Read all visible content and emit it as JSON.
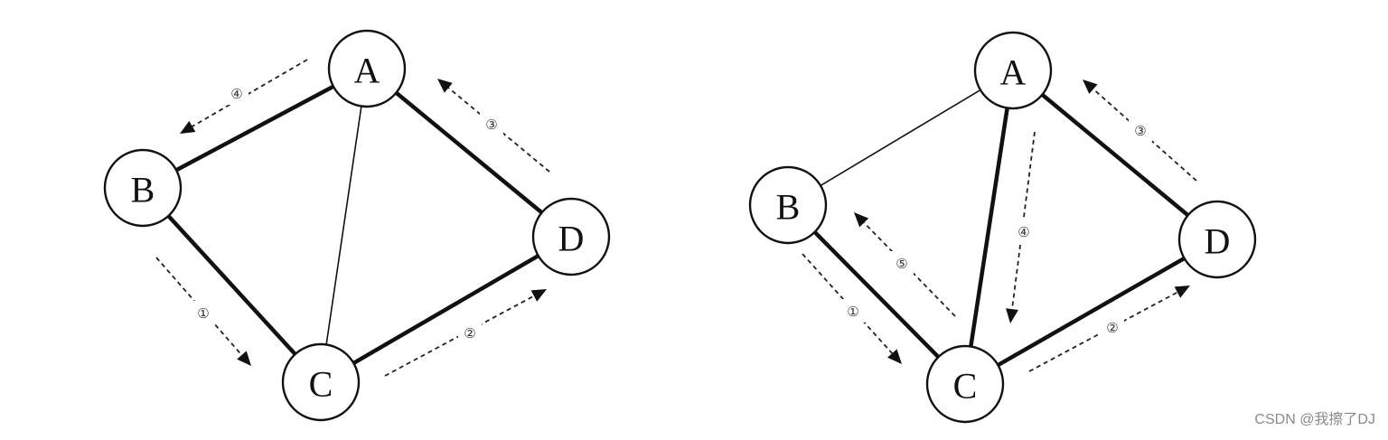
{
  "diagrams": [
    {
      "nodes": [
        {
          "id": "A",
          "label": "A"
        },
        {
          "id": "B",
          "label": "B"
        },
        {
          "id": "C",
          "label": "C"
        },
        {
          "id": "D",
          "label": "D"
        }
      ],
      "edges": [
        {
          "from": "A",
          "to": "B",
          "style": "thick"
        },
        {
          "from": "A",
          "to": "D",
          "style": "thick"
        },
        {
          "from": "A",
          "to": "C",
          "style": "thin"
        },
        {
          "from": "B",
          "to": "C",
          "style": "thick"
        },
        {
          "from": "C",
          "to": "D",
          "style": "thick"
        }
      ],
      "steps": [
        {
          "label": "①",
          "from": "B",
          "to": "C"
        },
        {
          "label": "②",
          "from": "C",
          "to": "D"
        },
        {
          "label": "③",
          "from": "D",
          "to": "A"
        },
        {
          "label": "④",
          "from": "A",
          "to": "B"
        }
      ]
    },
    {
      "nodes": [
        {
          "id": "A",
          "label": "A"
        },
        {
          "id": "B",
          "label": "B"
        },
        {
          "id": "C",
          "label": "C"
        },
        {
          "id": "D",
          "label": "D"
        }
      ],
      "edges": [
        {
          "from": "A",
          "to": "B",
          "style": "thin"
        },
        {
          "from": "A",
          "to": "D",
          "style": "thick"
        },
        {
          "from": "A",
          "to": "C",
          "style": "thick"
        },
        {
          "from": "B",
          "to": "C",
          "style": "thick"
        },
        {
          "from": "C",
          "to": "D",
          "style": "thick"
        }
      ],
      "steps": [
        {
          "label": "①",
          "from": "B",
          "to": "C"
        },
        {
          "label": "②",
          "from": "C",
          "to": "D"
        },
        {
          "label": "③",
          "from": "D",
          "to": "A"
        },
        {
          "label": "④",
          "from": "A",
          "to": "C"
        },
        {
          "label": "⑤",
          "from": "C",
          "to": "B"
        }
      ]
    }
  ],
  "watermark": "CSDN @我擦了DJ"
}
